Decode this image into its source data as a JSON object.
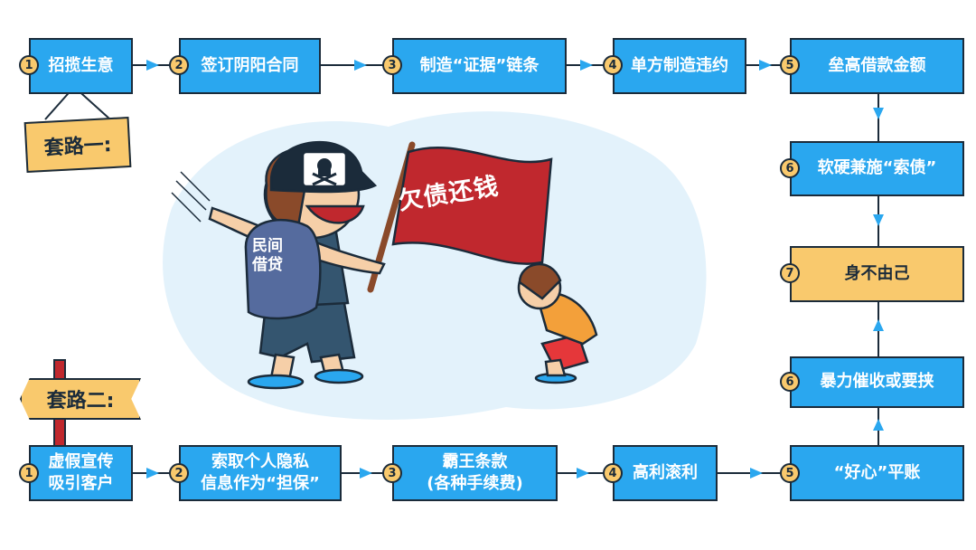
{
  "signs": {
    "one": "套路一:",
    "two": "套路二:"
  },
  "flag": {
    "text": "欠债还钱"
  },
  "bag": {
    "text": "民间\n借贷",
    "open_quote": "“",
    "close_quote": "”"
  },
  "route_one": [
    {
      "num": "1",
      "label": "招揽生意"
    },
    {
      "num": "2",
      "label": "签订阴阳合同"
    },
    {
      "num": "3",
      "label": "制造“证据”链条"
    },
    {
      "num": "4",
      "label": "单方制造违约"
    },
    {
      "num": "5",
      "label": "垒高借款金额"
    },
    {
      "num": "6",
      "label": "软硬兼施“索债”"
    }
  ],
  "center": {
    "num": "7",
    "label": "身不由己"
  },
  "route_two": [
    {
      "num": "1",
      "label": "虚假宣传\n吸引客户"
    },
    {
      "num": "2",
      "label": "索取个人隐私\n信息作为“担保”"
    },
    {
      "num": "3",
      "label": "霸王条款\n(各种手续费)"
    },
    {
      "num": "4",
      "label": "高利滚利"
    },
    {
      "num": "5",
      "label": "“好心”平账"
    },
    {
      "num": "6",
      "label": "暴力催收或要挟"
    }
  ],
  "colors": {
    "box": "#2aa7ef",
    "gold": "#f9c96d",
    "outline": "#1b2b3a",
    "flag": "#c0282e",
    "arrow": "#2aa7ef"
  },
  "icons": [
    "skull-icon",
    "arrow-icon"
  ]
}
